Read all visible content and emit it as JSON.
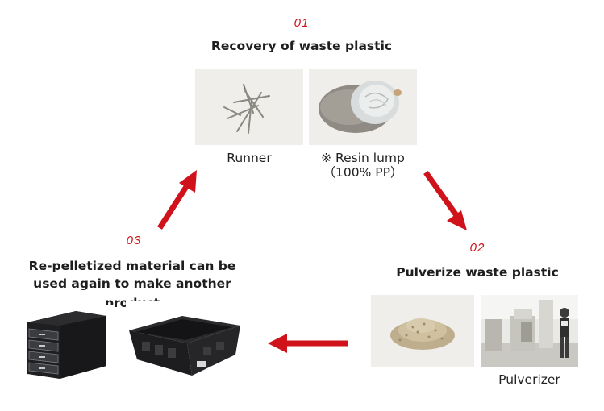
{
  "step1": {
    "number": "01",
    "title": "Recovery of waste plastic",
    "items": [
      {
        "caption": "Runner",
        "image": "runner-photo"
      },
      {
        "caption_line1": "※ Resin lump",
        "caption_line2": "（100% PP）",
        "image": "resin-lump-photo"
      }
    ]
  },
  "step2": {
    "number": "02",
    "title": "Pulverize waste plastic",
    "items": [
      {
        "caption": "",
        "image": "pulverized-pellets-photo"
      },
      {
        "caption": "Pulverizer",
        "image": "pulverizer-machine-photo"
      }
    ]
  },
  "step3": {
    "number": "03",
    "title_line1": "Re-pelletized material can be",
    "title_line2": "used again to make another product",
    "items": [
      {
        "image": "drawer-cabinet-photo"
      },
      {
        "image": "black-crate-photo"
      }
    ]
  },
  "colors": {
    "accent": "#d0121b",
    "text": "#222222",
    "photo_bg": "#f1f0ee"
  }
}
